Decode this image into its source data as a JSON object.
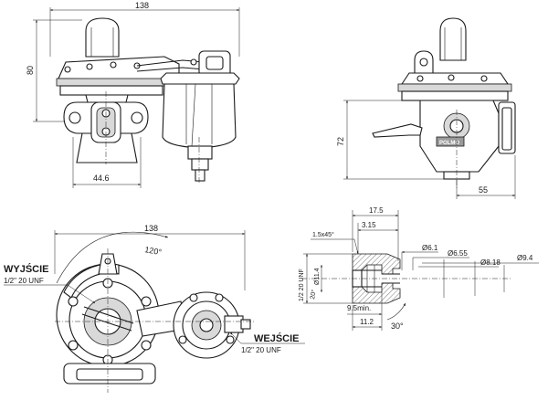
{
  "dims": {
    "top_width": "138",
    "top_height": "80",
    "top_flange": "44.6",
    "side_height": "72",
    "side_depth": "55",
    "bottom_width": "138",
    "angle_120": "120°",
    "d17_5": "17.5",
    "chamfer": "1.5x45°",
    "d3_15": "3.15",
    "d6_1": "Ø6.1",
    "d6_55": "Ø6.55",
    "d8_18": "Ø8.18",
    "d9_4": "Ø9.4",
    "d11_4": "Ø11.4",
    "thread": "1/2 20 UNF",
    "angle_20": "20°",
    "min_depth": "9.5min.",
    "d11_2": "11.2",
    "angle_30": "30°"
  },
  "labels": {
    "outlet_title": "WYJŚCIE",
    "outlet_thread": "1/2\" 20 UNF",
    "inlet_title": "WEJŚCIE",
    "inlet_thread": "1/2\" 20 UNF",
    "brand": "POLMO"
  }
}
